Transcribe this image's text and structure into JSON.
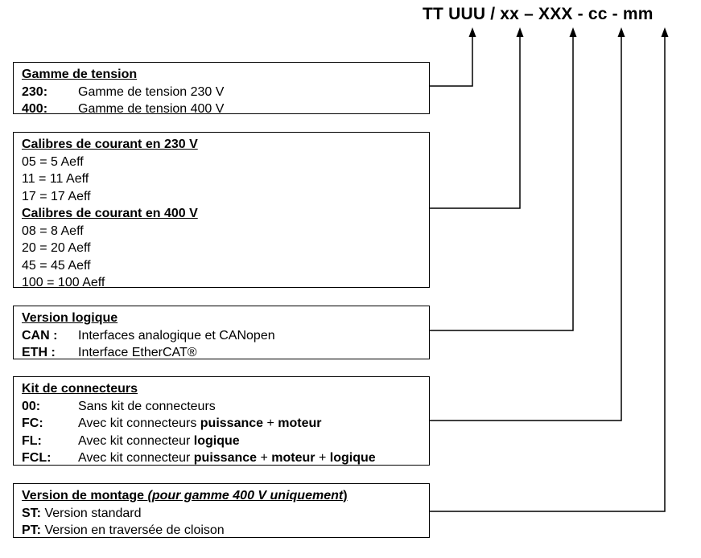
{
  "code": "TT UUU / xx – XXX - cc - mm",
  "boxes": {
    "tension": {
      "title": "Gamme de tension",
      "rows": [
        {
          "key": "230:",
          "text": "Gamme de tension 230 V"
        },
        {
          "key": "400:",
          "text": "Gamme de tension 400 V"
        }
      ]
    },
    "calibres": {
      "title_230": "Calibres de courant en 230 V",
      "rows_230": [
        "05 = 5 Aeff",
        "11 = 11 Aeff",
        "17 = 17 Aeff"
      ],
      "title_400": "Calibres de courant en 400 V",
      "rows_400": [
        "08 = 8 Aeff",
        "20 = 20 Aeff",
        "45 = 45 Aeff",
        "100 = 100 Aeff"
      ]
    },
    "logique": {
      "title": "Version logique",
      "rows": [
        {
          "key": "CAN :",
          "text": "Interfaces analogique et CANopen"
        },
        {
          "key": "ETH :",
          "text": "Interface EtherCAT®"
        }
      ]
    },
    "connecteurs": {
      "title": "Kit de connecteurs",
      "row00": {
        "key": "00:",
        "text": "Sans kit de connecteurs"
      },
      "rowFC": {
        "key": "FC:",
        "t1": "Avec kit connecteurs ",
        "b1": "puissance",
        "t2": " + ",
        "b2": "moteur"
      },
      "rowFL": {
        "key": "FL:",
        "t1": "Avec kit connecteur ",
        "b1": "logique"
      },
      "rowFCL": {
        "key": "FCL:",
        "t1": "Avec kit connecteur ",
        "b1": "puissance",
        "t2": " + ",
        "b2": "moteur",
        "t3": " + ",
        "b3": "logique"
      }
    },
    "montage": {
      "title": "Version de montage ",
      "title_italic": "(pour gamme 400 V uniquement",
      "title_close": ")",
      "rows": [
        {
          "key": "ST:",
          "text": " Version standard"
        },
        {
          "key": "PT:",
          "text": " Version en traversée de cloison"
        }
      ]
    }
  }
}
